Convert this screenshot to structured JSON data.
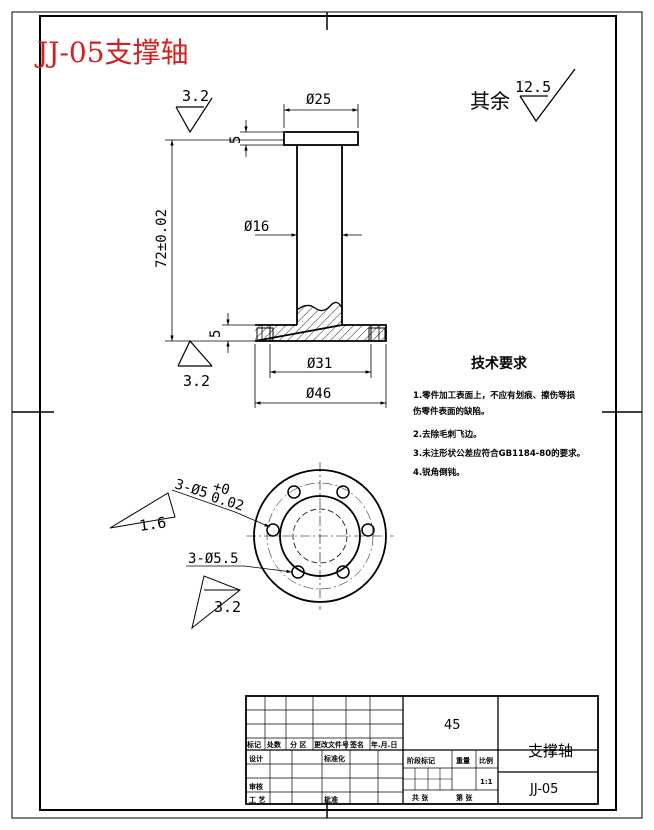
{
  "title": "JJ-05支撑轴",
  "roughness_default": {
    "label": "其余",
    "value": "12.5"
  },
  "dimensions": {
    "d25": "Ø25",
    "d16": "Ø16",
    "d31": "Ø31",
    "d46": "Ø46",
    "len": "72±0.02",
    "t_top": "5",
    "t_bot": "5"
  },
  "roughness": {
    "top": "3.2",
    "bottom": "3.2",
    "hole_a": "1.6",
    "hole_b": "3.2"
  },
  "holes": {
    "a_main": "3-Ø5",
    "a_tol_upper": "+0",
    "a_tol_lower": "0.02",
    "b": "3-Ø5.5"
  },
  "tech_req": {
    "heading": "技术要求",
    "items": [
      "1.零件加工表面上，不应有划痕、擦伤等损",
      "伤零件表面的缺陷。",
      "2.去除毛刺飞边。",
      "3.未注形状公差应符合GB1184-80的要求。",
      "4.锐角倒钝。"
    ]
  },
  "title_block": {
    "material": "45",
    "part_name": "支撑轴",
    "drawing_no": "JJ-05",
    "scale": "1:1",
    "labels": {
      "mark": "标记",
      "count": "处数",
      "zone": "分 区",
      "change_doc": "更改文件号",
      "sign": "签名",
      "date": "年.月.日",
      "design": "设计",
      "standard": "标准化",
      "review": "审核",
      "process": "工 艺",
      "approve": "批准",
      "stage": "阶段标记",
      "weight": "重量",
      "ratio": "比例",
      "sheets_total": "共  张",
      "sheet_no": "第  张"
    }
  }
}
